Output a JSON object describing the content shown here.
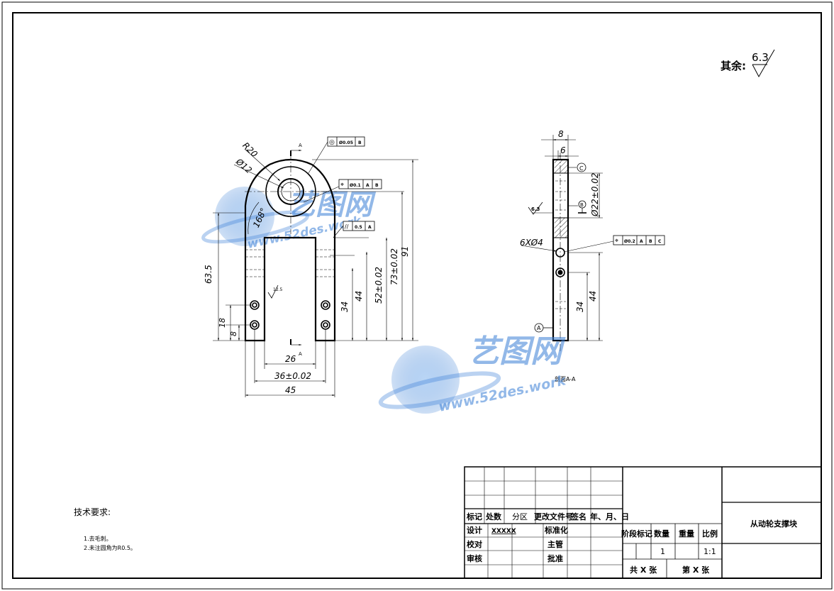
{
  "roughness_note": {
    "label": "其余:",
    "value": "6.3"
  },
  "front_view": {
    "dims": {
      "r20": "R20",
      "d12": "Ø12",
      "a168": "168°",
      "h635": "63.5",
      "h18": "18",
      "h8": "8",
      "h34": "34",
      "h44": "44",
      "h52": "52±0.02",
      "h73": "73±0.02",
      "h91": "91",
      "w26": "26",
      "w36": "36±0.02",
      "w45": "45"
    },
    "tolerance_frames": [
      {
        "sym": "◎",
        "val": "Ø0.05",
        "refs": [
          "B"
        ]
      },
      {
        "sym": "⌖",
        "val": "Ø0.1",
        "refs": [
          "A",
          "B"
        ]
      },
      {
        "sym": "//",
        "val": "0.5",
        "refs": [
          "A"
        ]
      }
    ],
    "section_mark": "A",
    "roughness_inner": "12.5"
  },
  "side_view": {
    "dims": {
      "w8": "8",
      "w6": "6",
      "d22": "Ø22±0.02",
      "h34": "34",
      "h44": "44",
      "holes": "6XØ4",
      "r63": "6.3"
    },
    "datum_c": "C",
    "datum_b": "B",
    "datum_a": "A",
    "tolerance_frame": {
      "sym": "⌖",
      "val": "Ø0.2",
      "refs": [
        "A",
        "B",
        "C"
      ]
    },
    "caption": "剖面A-A"
  },
  "tech_requirements": {
    "title": "技术要求:",
    "items": [
      "1.去毛刺。",
      "2.未注圆角为R0.5。"
    ]
  },
  "title_block": {
    "row_labels": [
      "标记",
      "处数",
      "分区",
      "更改文件号",
      "签名",
      "年、月、日"
    ],
    "design": "设计",
    "designer": "XXXXX",
    "standardize": "标准化",
    "check": "校对",
    "supervisor": "主管",
    "review": "审核",
    "approve": "批准",
    "stage_mark": "阶段标记",
    "quantity": "数量",
    "weight": "重量",
    "scale": "比例",
    "quantity_value": "1",
    "scale_value": "1:1",
    "total_sheets": "共 X 张",
    "sheet_no": "第 X 张",
    "part_name": "从动轮支撑块"
  },
  "watermark": {
    "brand": "艺图网",
    "url": "www.52des.work"
  }
}
